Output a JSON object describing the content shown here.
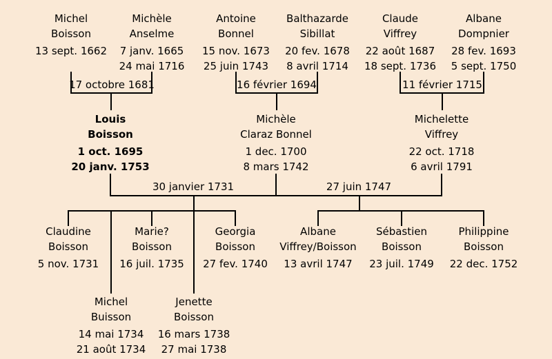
{
  "canvas": {
    "background": "#fae9d6",
    "line_color": "#000000",
    "text_color": "#000000"
  },
  "people": [
    {
      "name1": "Michel",
      "name2": "Boisson",
      "birth": "13 sept. 1662",
      "death": ""
    },
    {
      "name1": "Michèle",
      "name2": "Anselme",
      "birth": "7 janv. 1665",
      "death": "24 mai 1716"
    },
    {
      "name1": "Antoine",
      "name2": "Bonnel",
      "birth": "15 nov. 1673",
      "death": "25 juin 1743"
    },
    {
      "name1": "Balthazarde",
      "name2": "Sibillat",
      "birth": "20 fev. 1678",
      "death": "8 avril 1714"
    },
    {
      "name1": "Claude",
      "name2": "Viffrey",
      "birth": "22 août 1687",
      "death": "18 sept. 1736"
    },
    {
      "name1": "Albane",
      "name2": "Dompnier",
      "birth": "28 fev. 1693",
      "death": "5 sept. 1750"
    },
    {
      "name1": "Louis",
      "name2": "Boisson",
      "birth": "1 oct. 1695",
      "death": "20 janv. 1753"
    },
    {
      "name1": "Michèle",
      "name2": "Claraz Bonnel",
      "birth": "1 dec. 1700",
      "death": "8 mars 1742"
    },
    {
      "name1": "Michelette",
      "name2": "Viffrey",
      "birth": "22 oct. 1718",
      "death": "6 avril 1791"
    },
    {
      "name1": "Claudine",
      "name2": "Boisson",
      "birth": "5 nov. 1731",
      "death": ""
    },
    {
      "name1": "Marie?",
      "name2": "Boisson",
      "birth": "16 juil. 1735",
      "death": ""
    },
    {
      "name1": "Georgia",
      "name2": "Boisson",
      "birth": "27 fev. 1740",
      "death": ""
    },
    {
      "name1": "Albane",
      "name2": "Viffrey/Boisson",
      "birth": "13 avril 1747",
      "death": ""
    },
    {
      "name1": "Sébastien",
      "name2": "Boisson",
      "birth": "23 juil. 1749",
      "death": ""
    },
    {
      "name1": "Philippine",
      "name2": "Boisson",
      "birth": "22 dec. 1752",
      "death": ""
    },
    {
      "name1": "Michel",
      "name2": "Buisson",
      "birth": "14 mai 1734",
      "death": "21 août 1734"
    },
    {
      "name1": "Jenette",
      "name2": "Boisson",
      "birth": "16 mars 1738",
      "death": "27 mai 1738"
    }
  ],
  "marriages": [
    {
      "label": "17 octobre 1681"
    },
    {
      "label": "16 février 1694"
    },
    {
      "label": "11 février 1715"
    },
    {
      "label": "30 janvier 1731"
    },
    {
      "label": "27 juin 1747"
    }
  ]
}
